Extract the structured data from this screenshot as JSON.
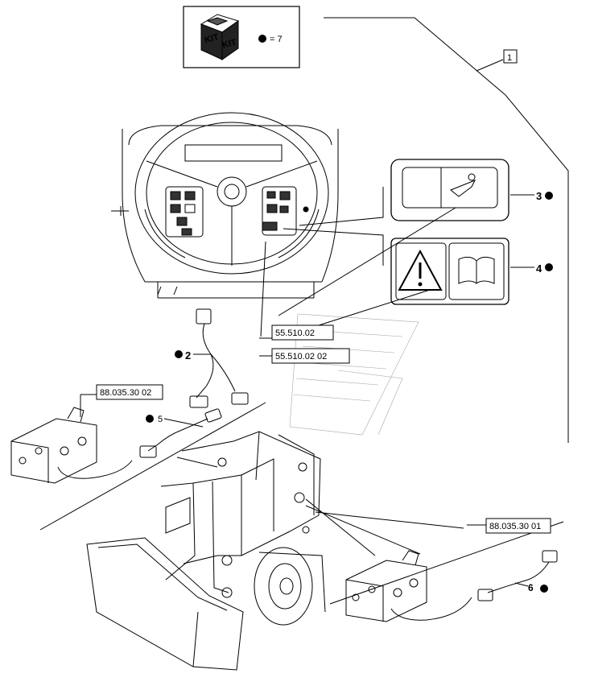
{
  "kit": {
    "badge_left": "KIT",
    "badge_right": "KIT",
    "quantity": "= 7"
  },
  "callouts": {
    "item1": "1",
    "item2": "2",
    "item3": "3",
    "item4": "4",
    "item5": "5",
    "item6": "6"
  },
  "references": {
    "ref_a": "55.510.02",
    "ref_b": "55.510.02 02",
    "ref_c": "88.035.30 02",
    "ref_d": "88.035.30 01"
  },
  "colors": {
    "line": "#000000",
    "dot": "#000000",
    "background": "#ffffff"
  }
}
